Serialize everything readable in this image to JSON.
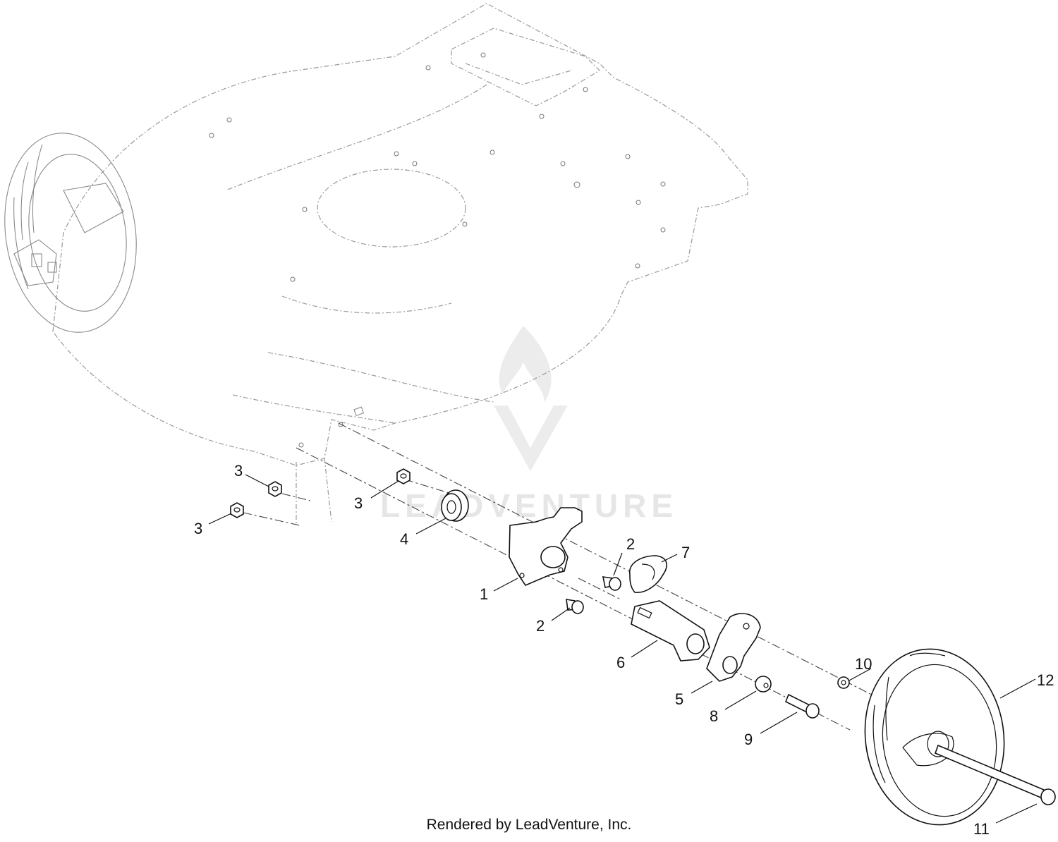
{
  "watermark": {
    "text": "LEADVENTURE"
  },
  "footer": {
    "credit": "Rendered by LeadVenture, Inc."
  },
  "callouts": {
    "c1": "1",
    "c2a": "2",
    "c2b": "2",
    "c3a": "3",
    "c3b": "3",
    "c3c": "3",
    "c4": "4",
    "c5": "5",
    "c6": "6",
    "c7": "7",
    "c8": "8",
    "c9": "9",
    "c10": "10",
    "c11": "11",
    "c12": "12"
  }
}
